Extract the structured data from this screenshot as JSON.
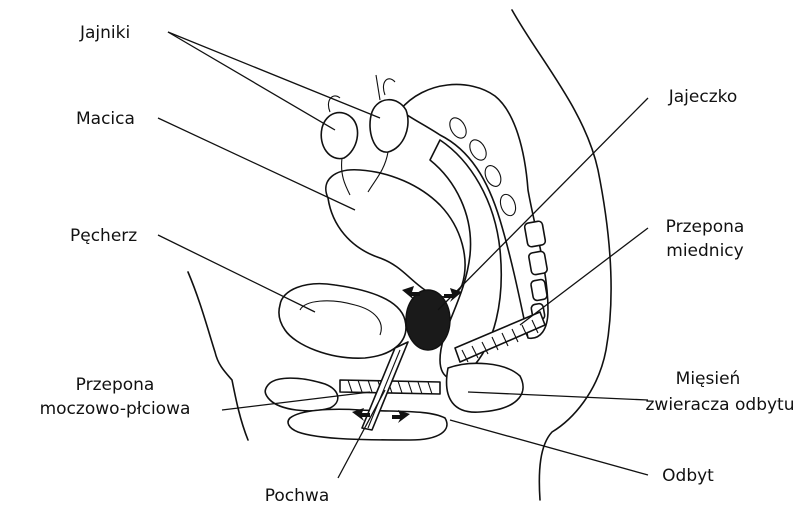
{
  "labels": {
    "jajniki": "Jajniki",
    "macica": "Macica",
    "pecherz": "Pęcherz",
    "przepona_moczowo_line1": "Przepona",
    "przepona_moczowo_line2": "moczowo-płciowa",
    "pochwa": "Pochwa",
    "jajeczko": "Jajeczko",
    "przepona_miednicy_line1": "Przepona",
    "przepona_miednicy_line2": "miednicy",
    "miesien_line1": "Mięsień",
    "miesien_line2": "zwieracza odbytu",
    "odbyt": "Odbyt"
  }
}
